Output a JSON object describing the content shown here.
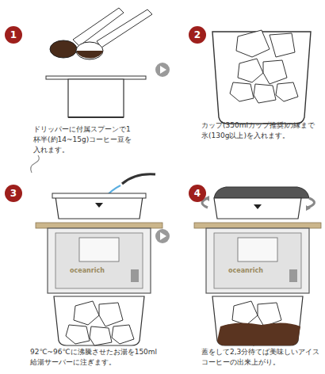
{
  "diagram": {
    "nodes": [
      {
        "text": [
          "1"
        ]
      },
      {
        "text": [
          "2"
        ]
      },
      {
        "text": [
          "3"
        ]
      },
      {
        "text": [
          "4"
        ]
      }
    ],
    "labels": [
      "ドリッパーに付属スプーンで1杯半(約14~15g)コーヒー豆を入れます。",
      "カップ(350mlカップ推奨)の縁まで氷(130g以上)を入れます。",
      "92℃~96℃に沸騰させたお湯を150ml給湯サーバーに注ぎます。",
      "蓋をして2,3分待てば美味しいアイスコーヒーの出来上がり。",
      "oceanrich",
      "oceanrich"
    ]
  }
}
